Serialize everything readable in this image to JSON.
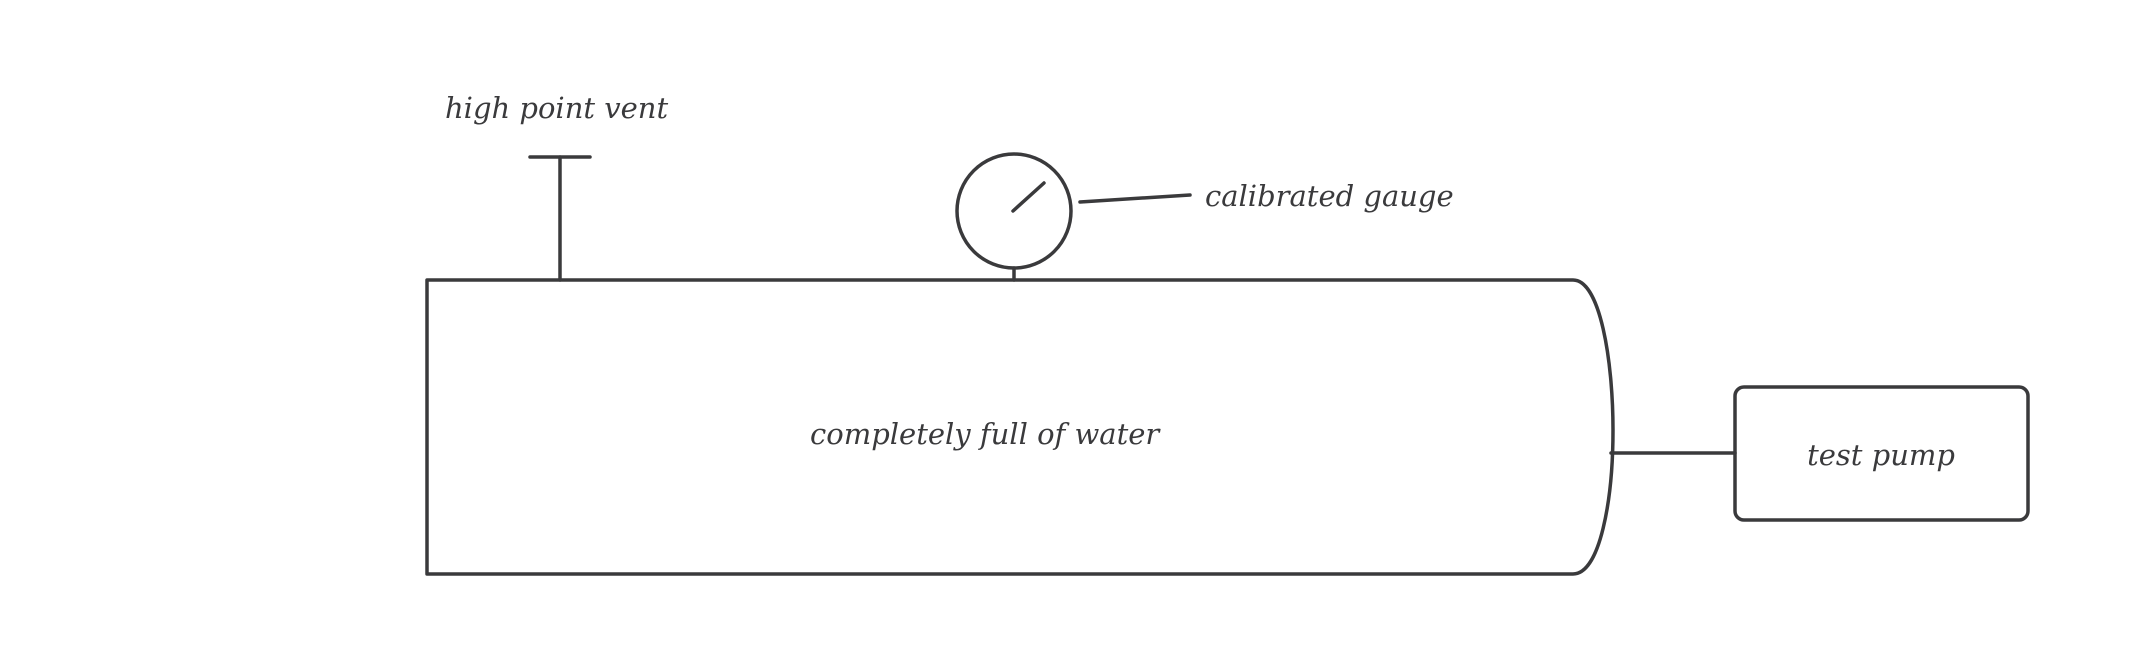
{
  "labels": {
    "vent": "high point vent",
    "gauge": "calibrated gauge",
    "vessel": "completely full of water",
    "pump": "test pump"
  },
  "colors": {
    "stroke": "#3a3a3c",
    "background": "#ffffff"
  },
  "icons": {
    "gauge": "pressure-gauge-icon",
    "vent": "vent-valve-icon"
  }
}
